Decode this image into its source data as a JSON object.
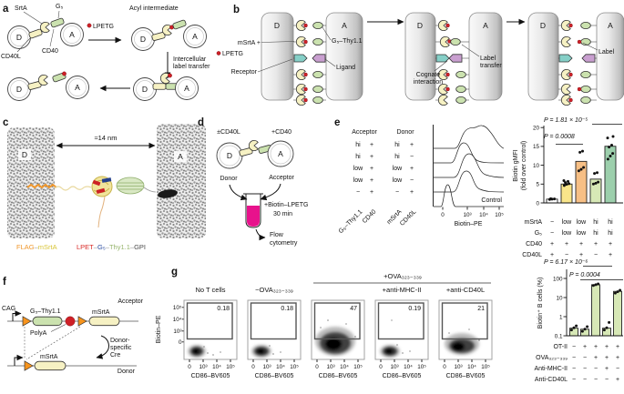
{
  "figure": {
    "a": {
      "label": "a",
      "srta": "SrtA",
      "g5": "G₅",
      "cd40l": "CD40L",
      "cd40": "CD40",
      "lpetg": "LPETG",
      "acyl": "Acyl intermediate",
      "transfer1": "Intercellular",
      "transfer2": "label transfer",
      "d": "D",
      "a": "A"
    },
    "b": {
      "label": "b",
      "d": "D",
      "a": "A",
      "msrta": "mSrtA +",
      "lpetg": "LPETG",
      "receptor": "Receptor",
      "g5thy": "G₅–Thy1.1",
      "ligand": "Ligand",
      "cog1": "Cognate",
      "cog2": "interaction",
      "lt1": "Label",
      "lt2": "transfer",
      "lab": "Label"
    },
    "c": {
      "label": "c",
      "d": "D",
      "a": "A",
      "dist": "≈14 nm",
      "flag": "FLAG",
      "dash": "–",
      "msrta": "mSrtA",
      "lpet": "LPET",
      "g5": "G₅",
      "thy": "Thy1.1",
      "gpi": "GPI"
    },
    "d": {
      "label": "d",
      "pm": "±CD40L",
      "pc": "+CD40",
      "d": "D",
      "a": "A",
      "donor": "Donor",
      "acceptor": "Acceptor",
      "biotin": "+Biotin–LPETG",
      "time": "30 min",
      "flow1": "Flow",
      "flow2": "cytometry"
    },
    "e": {
      "label": "e",
      "acceptor": "Acceptor",
      "donor": "Donor",
      "rows": [
        [
          "hi",
          "+",
          "hi",
          "+"
        ],
        [
          "hi",
          "+",
          "hi",
          "−"
        ],
        [
          "low",
          "+",
          "low",
          "+"
        ],
        [
          "low",
          "+",
          "low",
          "−"
        ],
        [
          "−",
          "+",
          "−",
          "+"
        ]
      ],
      "cols": [
        "G₅–Thy1.1",
        "CD40",
        "mSrtA",
        "CD40L"
      ],
      "hist": {
        "xticks": [
          "0",
          "10³",
          "10⁴",
          "10⁵"
        ],
        "xlabel": "Biotin–PE",
        "control": "Control"
      },
      "bar": {
        "p1": "P = 1.81 × 10⁻⁵",
        "p2": "P = 0.0008",
        "ylab1": "Biotin gMFI",
        "ylab2": "(fold over control)",
        "yticks": [
          "0",
          "5",
          "10",
          "15",
          "20"
        ],
        "xrows": [
          {
            "label": "mSrtA",
            "vals": [
              "−",
              "low",
              "low",
              "hi",
              "hi"
            ]
          },
          {
            "label": "G₅",
            "vals": [
              "−",
              "low",
              "low",
              "hi",
              "hi"
            ]
          },
          {
            "label": "CD40",
            "vals": [
              "+",
              "+",
              "+",
              "+",
              "+"
            ]
          },
          {
            "label": "CD40L",
            "vals": [
              "+",
              "−",
              "+",
              "−",
              "+"
            ]
          }
        ]
      }
    },
    "f": {
      "label": "f",
      "cag": "CAG",
      "g5thy": "G₅–Thy1.1",
      "polya": "PolyA",
      "msrta": "mSrtA",
      "acceptor": "Acceptor",
      "cre1": "Donor-",
      "cre2": "specific",
      "cre3": "Cre",
      "msrta2": "mSrtA",
      "donor": "Donor"
    },
    "g": {
      "label": "g",
      "plots": [
        {
          "title": "No T cells",
          "value": "0.18"
        },
        {
          "title": "−OVA₃₂₃₋₃₃₉",
          "value": "0.18"
        },
        {
          "title": "",
          "value": "47"
        },
        {
          "title": "+anti-MHC-II",
          "value": "0.19"
        },
        {
          "title": "+anti-CD40L",
          "value": "21"
        }
      ],
      "bracket": "+OVA₃₂₃₋₃₃₉",
      "ylabel": "Biotin–PE",
      "yticks": [
        "10⁵",
        "10⁴",
        "10³",
        "0"
      ],
      "xticks": [
        "0",
        "10³",
        "10⁴",
        "10⁵"
      ],
      "xlabel": "CD86–BV605",
      "bar": {
        "p1": "P = 6.17 × 10⁻⁶",
        "p2": "P = 0.0004",
        "ylabel": "Biotin⁺ B cells (%)",
        "yticks": [
          "100",
          "10",
          "1",
          "0.1"
        ],
        "xrows": [
          {
            "label": "OT-II",
            "vals": [
              "−",
              "+",
              "+",
              "+",
              "+"
            ]
          },
          {
            "label": "OVA₃₂₃₋₃₃₉",
            "vals": [
              "−",
              "−",
              "+",
              "+",
              "+"
            ]
          },
          {
            "label": "Anti-MHC-II",
            "vals": [
              "−",
              "−",
              "−",
              "+",
              "−"
            ]
          },
          {
            "label": "Anti-CD40L",
            "vals": [
              "−",
              "−",
              "−",
              "−",
              "+"
            ]
          }
        ]
      }
    }
  },
  "colors": {
    "red_dot": "#CE2027",
    "pale_yellow": "#F6F1C3",
    "green_oval": "#CBE2AF",
    "teal_receptor": "#85CFC7",
    "purple_ligand": "#C99FD0",
    "loxp_orange": "#F7941D",
    "tube_magenta": "#E8128C",
    "flag_orange": "#F0972B",
    "msrta_yellow": "#D9C537",
    "lpet_red": "#D92B27",
    "g5_blue": "#2B4CA0",
    "thy_green": "#97B56D",
    "gpi_gray": "#4A4A4A"
  },
  "chart_data": [
    {
      "type": "area",
      "panel": "e",
      "title": "Biotin–PE ridgeline histograms",
      "xlabel": "Biotin–PE",
      "xticks": [
        "0",
        "10³",
        "10⁴",
        "10⁵"
      ],
      "series": [
        {
          "name": "G₅ hi / CD40 + / mSrtA hi / CD40L +",
          "color": "#72C39B",
          "approx_peak": "10³·⁵"
        },
        {
          "name": "G₅ hi / CD40 + / mSrtA hi / CD40L −",
          "color": "#B9DBA2",
          "approx_peak": "10³"
        },
        {
          "name": "G₅ low / CD40 + / mSrtA low / CD40L +",
          "color": "#F4AF72",
          "approx_peak": "10³·²"
        },
        {
          "name": "G₅ low / CD40 + / mSrtA low / CD40L −",
          "color": "#F8E288",
          "approx_peak": "10³"
        },
        {
          "name": "Control",
          "color": "#CDCDCD",
          "approx_peak": "10²"
        }
      ]
    },
    {
      "type": "bar",
      "panel": "e",
      "ylabel": "Biotin gMFI (fold over control)",
      "ylim": [
        0,
        20
      ],
      "yticks": [
        0,
        5,
        10,
        15,
        20
      ],
      "categories": [
        "mSrtA − / G₅ − / CD40 + / CD40L +",
        "mSrtA low / G₅ low / CD40 + / CD40L −",
        "mSrtA low / G₅ low / CD40 + / CD40L +",
        "mSrtA hi / G₅ hi / CD40 + / CD40L −",
        "mSrtA hi / G₅ hi / CD40 + / CD40L +"
      ],
      "values": [
        1,
        5,
        11,
        6.3,
        15
      ],
      "points": [
        [
          0.9,
          1.0,
          1.05,
          1.1
        ],
        [
          4.6,
          4.9,
          5.1,
          5.4,
          5.7,
          5.9
        ],
        [
          8.5,
          8.9,
          9.4,
          13.4,
          13.7
        ],
        [
          5.0,
          5.2,
          5.5,
          7.8,
          8.0
        ],
        [
          11.6,
          12.4,
          13.1,
          14.8,
          15.3,
          17.2,
          17.6
        ]
      ],
      "colors": [
        "#FFFFFF",
        "#F9E58A",
        "#F7BF85",
        "#D7E8B6",
        "#9CCFAC"
      ],
      "annotations": [
        "P = 1.81 × 10⁻⁵",
        "P = 0.0008"
      ]
    },
    {
      "type": "bar",
      "panel": "g",
      "scale": "log",
      "ylabel": "Biotin⁺ B cells (%)",
      "ylim": [
        0.1,
        100
      ],
      "yticks": [
        0.1,
        1,
        10,
        100
      ],
      "categories": [
        "No T cells",
        "OT-II, −OVA₃₂₃₋₃₃₉",
        "OT-II, +OVA₃₂₃₋₃₃₉",
        "OT-II, +OVA₃₂₃₋₃₃₉, anti-MHC-II",
        "OT-II, +OVA₃₂₃₋₃₃₉, anti-CD40L"
      ],
      "values": [
        0.25,
        0.22,
        47,
        0.25,
        21
      ],
      "points": [
        [
          0.2,
          0.26,
          0.33
        ],
        [
          0.17,
          0.22,
          0.3
        ],
        [
          43,
          47,
          52
        ],
        [
          0.2,
          0.26,
          0.5
        ],
        [
          17,
          20,
          24
        ]
      ],
      "colors": [
        "#D7E8B6",
        "#D7E8B6",
        "#D7E8B6",
        "#D7E8B6",
        "#D7E8B6"
      ],
      "annotations": [
        "P = 6.17 × 10⁻⁶",
        "P = 0.0004"
      ]
    },
    {
      "type": "scatter",
      "panel": "g",
      "xlabel": "CD86–BV605",
      "ylabel": "Biotin–PE",
      "plots": [
        {
          "name": "No T cells",
          "gate_pct": 0.18
        },
        {
          "name": "−OVA₃₂₃₋₃₃₉",
          "gate_pct": 0.18
        },
        {
          "name": "+OVA₃₂₃₋₃₃₉",
          "gate_pct": 47
        },
        {
          "name": "+OVA₃₂₃₋₃₃₉ +anti-MHC-II",
          "gate_pct": 0.19
        },
        {
          "name": "+OVA₃₂₃₋₃₃₉ +anti-CD40L",
          "gate_pct": 21
        }
      ]
    }
  ]
}
